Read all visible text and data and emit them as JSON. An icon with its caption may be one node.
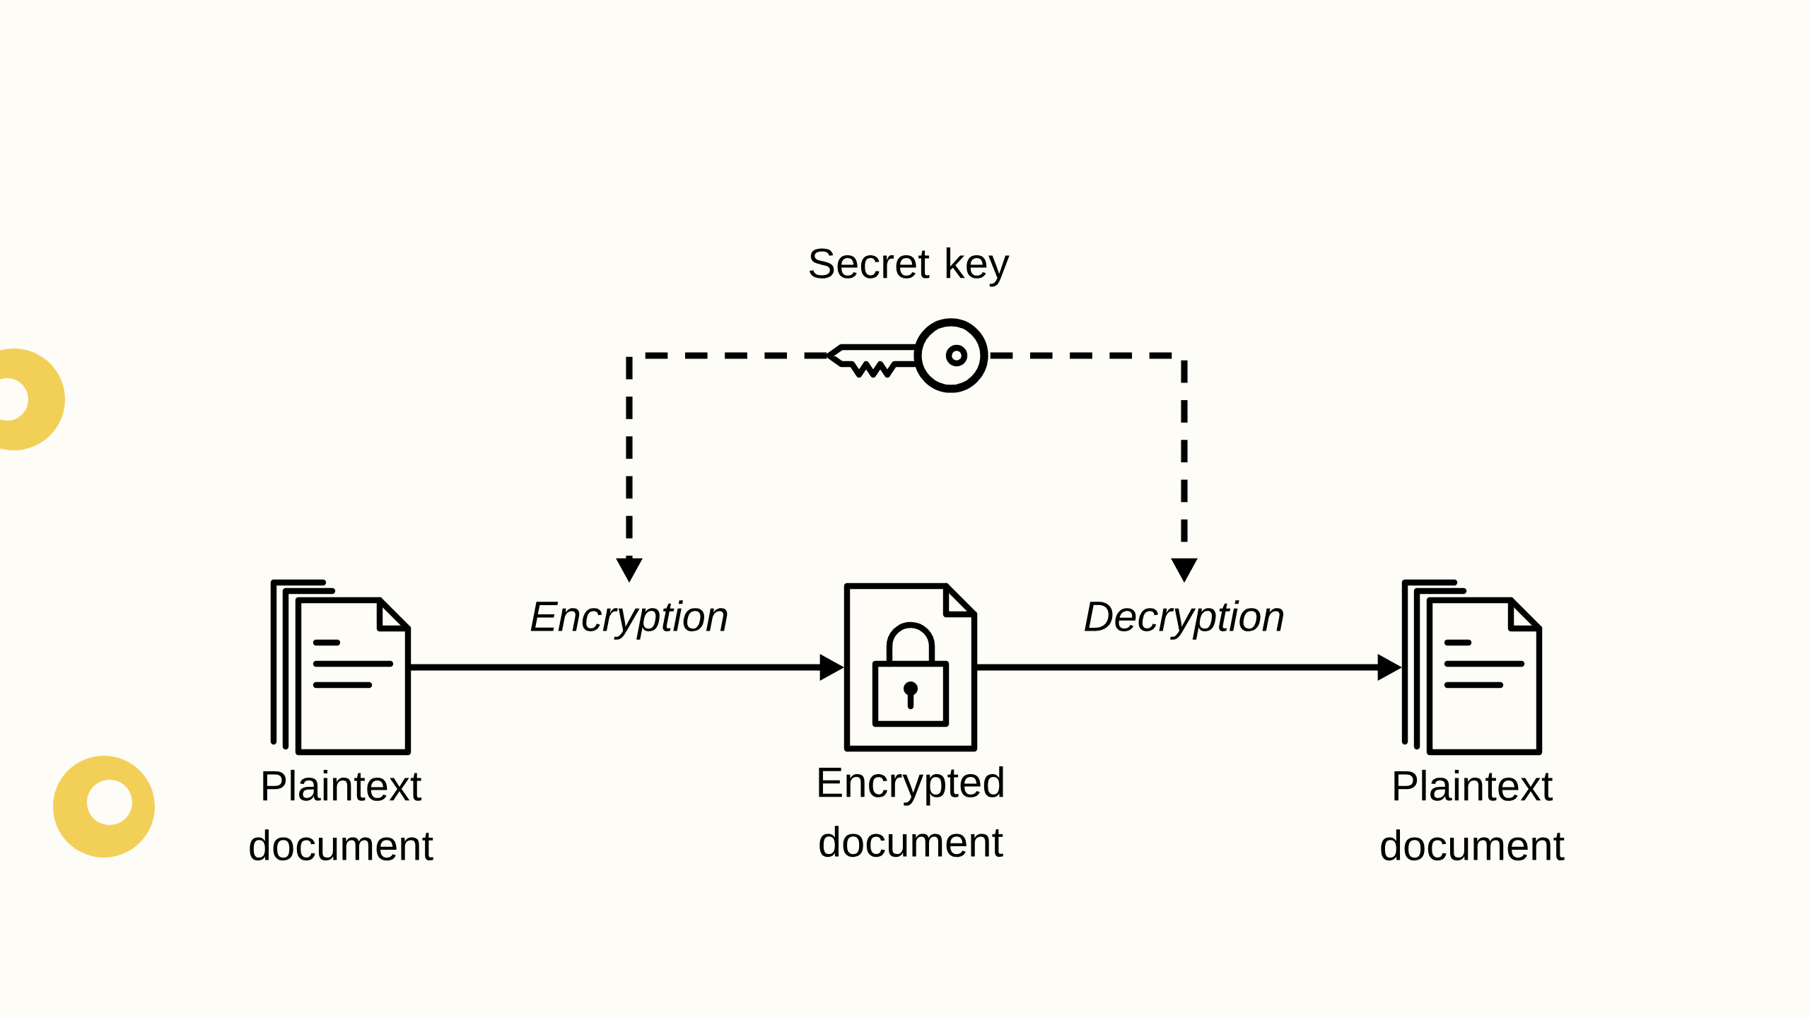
{
  "diagram": {
    "nodes": [
      {
        "text": [
          "Plaintext document"
        ]
      },
      {
        "text": [
          "Encrypted document"
        ]
      },
      {
        "text": [
          "Plaintext document"
        ]
      },
      {
        "text": [
          "Secret key"
        ]
      }
    ],
    "edges": [
      {
        "from": 0,
        "to": 1,
        "arrow": "to",
        "label": "Encryption"
      },
      {
        "from": 1,
        "to": 2,
        "arrow": "to",
        "label": "Decryption"
      },
      {
        "from": 3,
        "to": null,
        "arrow": "to",
        "style": "dashed"
      },
      {
        "from": 3,
        "to": null,
        "arrow": "to",
        "style": "dashed"
      }
    ]
  }
}
